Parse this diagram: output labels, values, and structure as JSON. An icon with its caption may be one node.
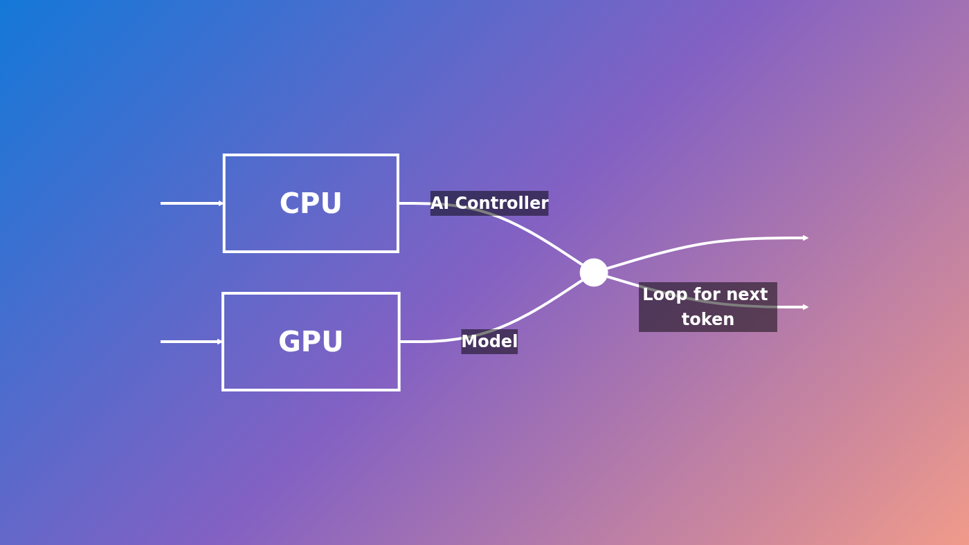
{
  "diagram": {
    "nodes": [
      {
        "text": [
          "CPU"
        ]
      },
      {
        "text": [
          "GPU"
        ]
      },
      {
        "text": [],
        "shape": "circle"
      }
    ],
    "edges": [
      {
        "from": null,
        "to": 0,
        "arrow": "to"
      },
      {
        "from": null,
        "to": 1,
        "arrow": "to"
      },
      {
        "from": 0,
        "to": 2,
        "arrow": "none",
        "label": "AI Controller"
      },
      {
        "from": 1,
        "to": 2,
        "arrow": "none",
        "label": "Model"
      },
      {
        "from": 2,
        "to": null,
        "arrow": "to"
      },
      {
        "from": 2,
        "to": null,
        "arrow": "to",
        "label": "Loop for next token"
      }
    ]
  }
}
